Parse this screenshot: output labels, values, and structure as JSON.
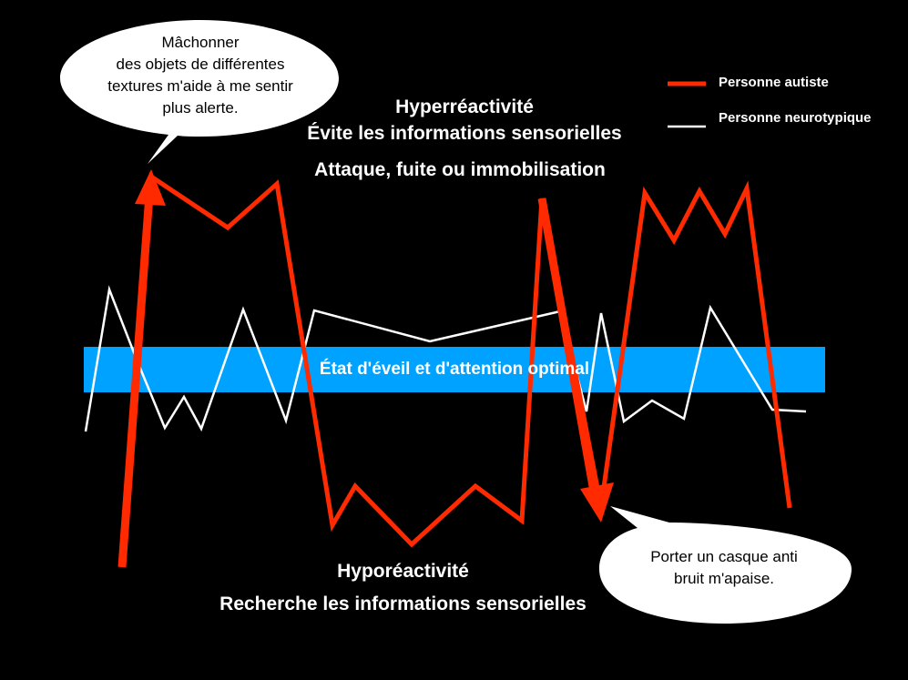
{
  "diagram": {
    "band_label": "État d'éveil et d'attention optimal",
    "hyper_lines": [
      "Hyperréactivité",
      "Évite les informations sensorielles",
      "Attaque, fuite ou immobilisation"
    ],
    "hypo_lines": [
      "Hyporéactivité",
      "Recherche les informations sensorielles"
    ],
    "bubble_left": [
      "Mâchonner",
      "des objets de différentes",
      "textures m'aide à me sentir",
      "plus alerte."
    ],
    "bubble_right": [
      "Porter un casque anti",
      "bruit m'apaise."
    ],
    "legend": {
      "autistic": "Personne autiste",
      "neurotypical": "Personne neurotypique"
    },
    "colors": {
      "autistic": "#ff2a00",
      "neurotypical": "#ffffff",
      "band": "#00a2ff",
      "background": "#000000"
    }
  }
}
